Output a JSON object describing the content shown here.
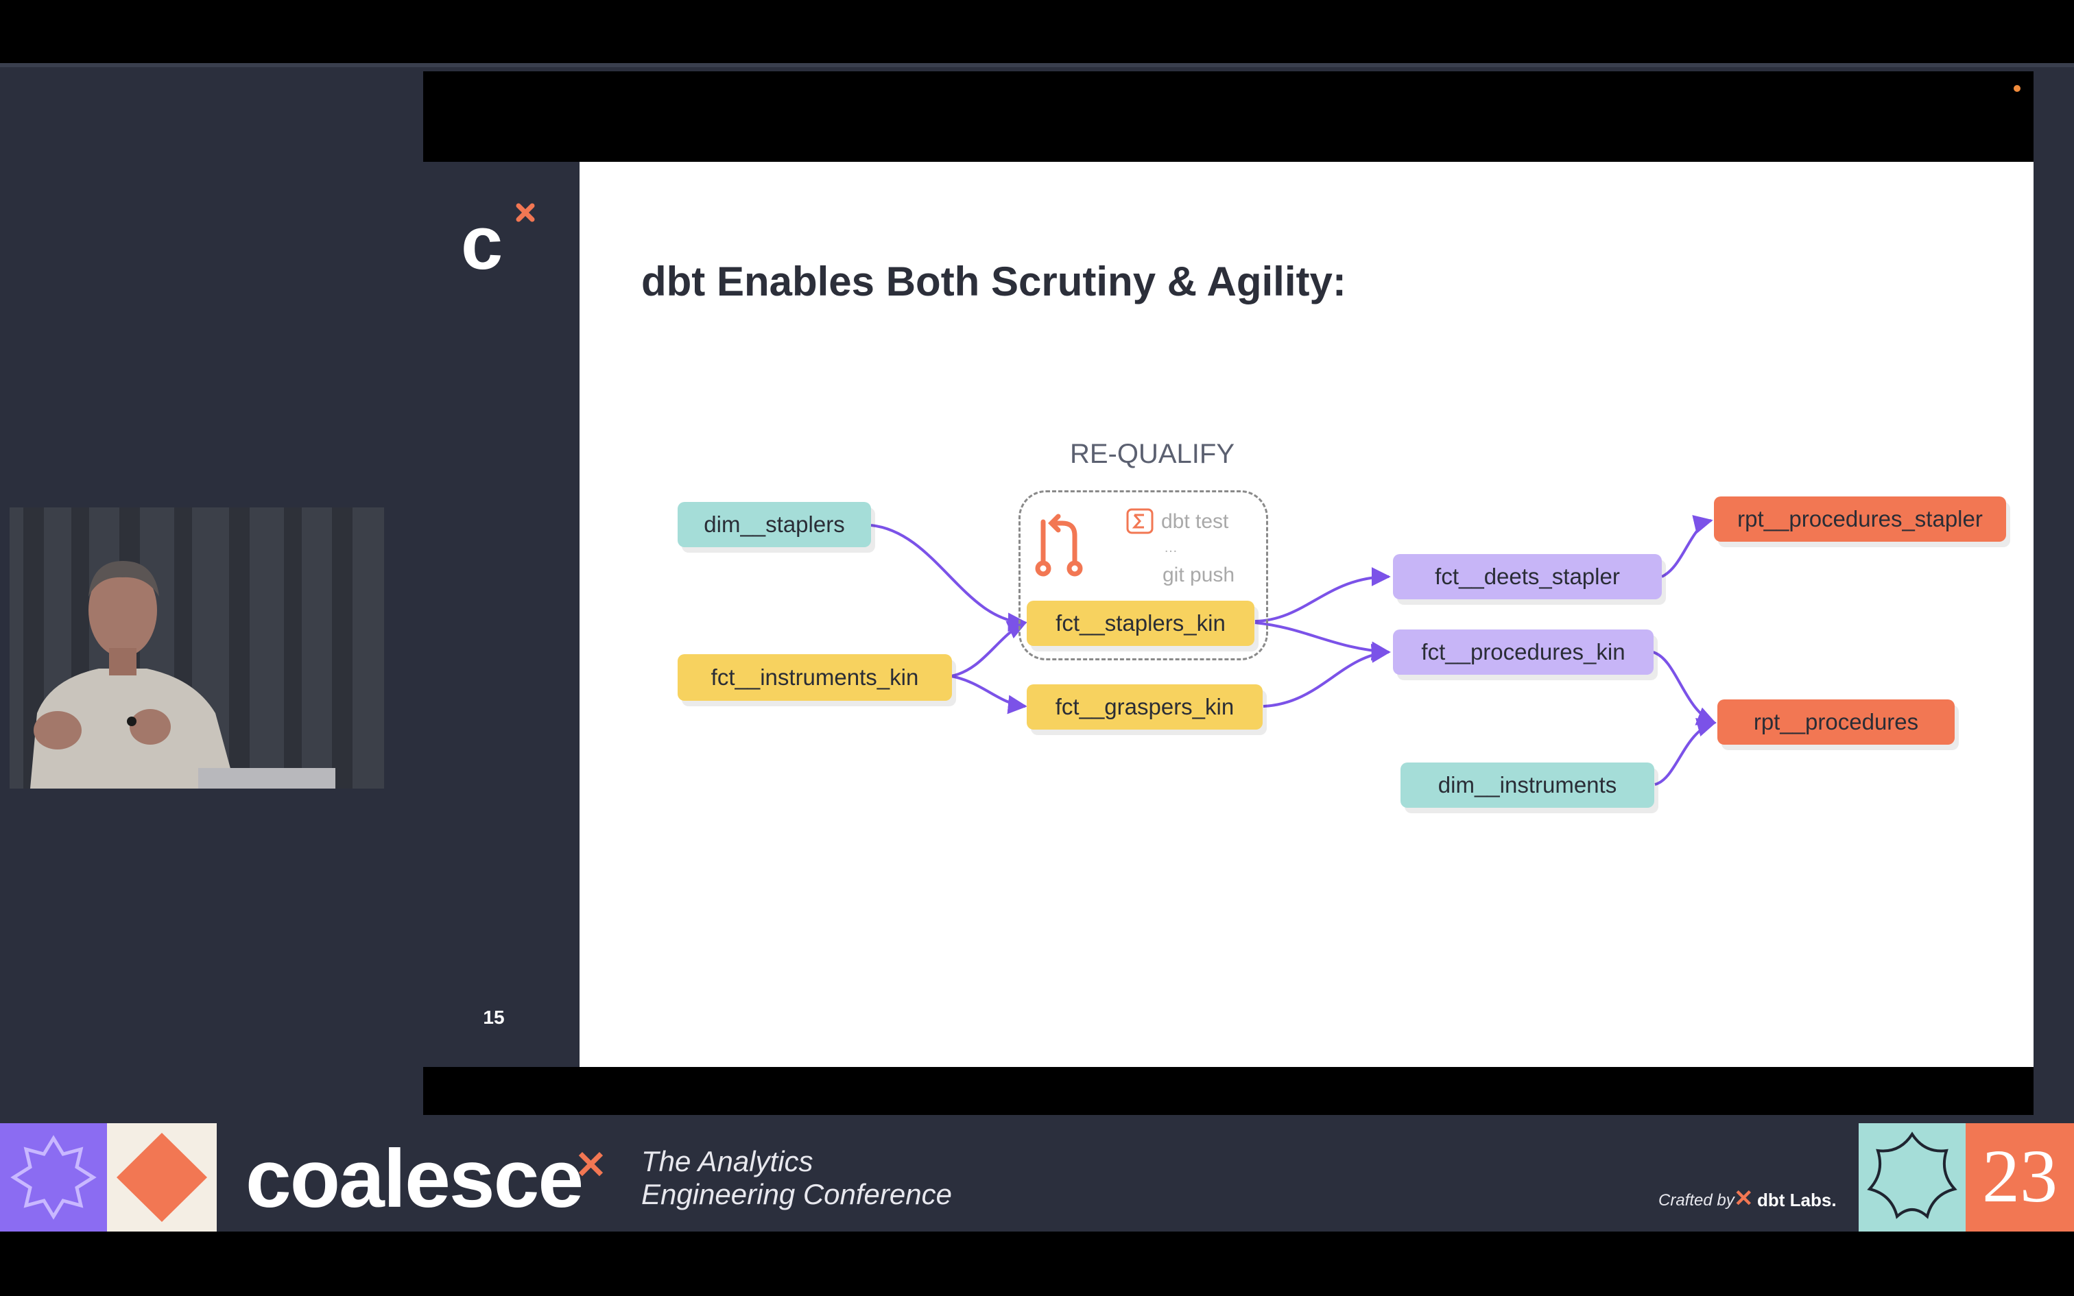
{
  "slide": {
    "title": "dbt Enables Both Scrutiny & Agility:",
    "number": "15",
    "logo_letter": "c"
  },
  "diagram": {
    "group_label": "RE-QUALIFY",
    "group_actions": [
      "dbt test",
      "…",
      "git push"
    ],
    "nodes": {
      "dim_staplers": "dim__staplers",
      "fct_instruments_kin": "fct__instruments_kin",
      "fct_staplers_kin": "fct__staplers_kin",
      "fct_graspers_kin": "fct__graspers_kin",
      "fct_deets_stapler": "fct__deets_stapler",
      "fct_procedures_kin": "fct__procedures_kin",
      "dim_instruments": "dim__instruments",
      "rpt_procedures_stapler": "rpt__procedures_stapler",
      "rpt_procedures": "rpt__procedures"
    },
    "colors": {
      "teal": "#a5ddd8",
      "yellow": "#f7d25f",
      "purple": "#c7b5f7",
      "orange": "#f27753",
      "edge": "#7b52e8"
    }
  },
  "footer": {
    "brand": "coalesce",
    "tagline_line1": "The Analytics",
    "tagline_line2": "Engineering Conference",
    "crafted_by": "Crafted by",
    "dbt_labs": "dbt Labs.",
    "year": "23"
  }
}
